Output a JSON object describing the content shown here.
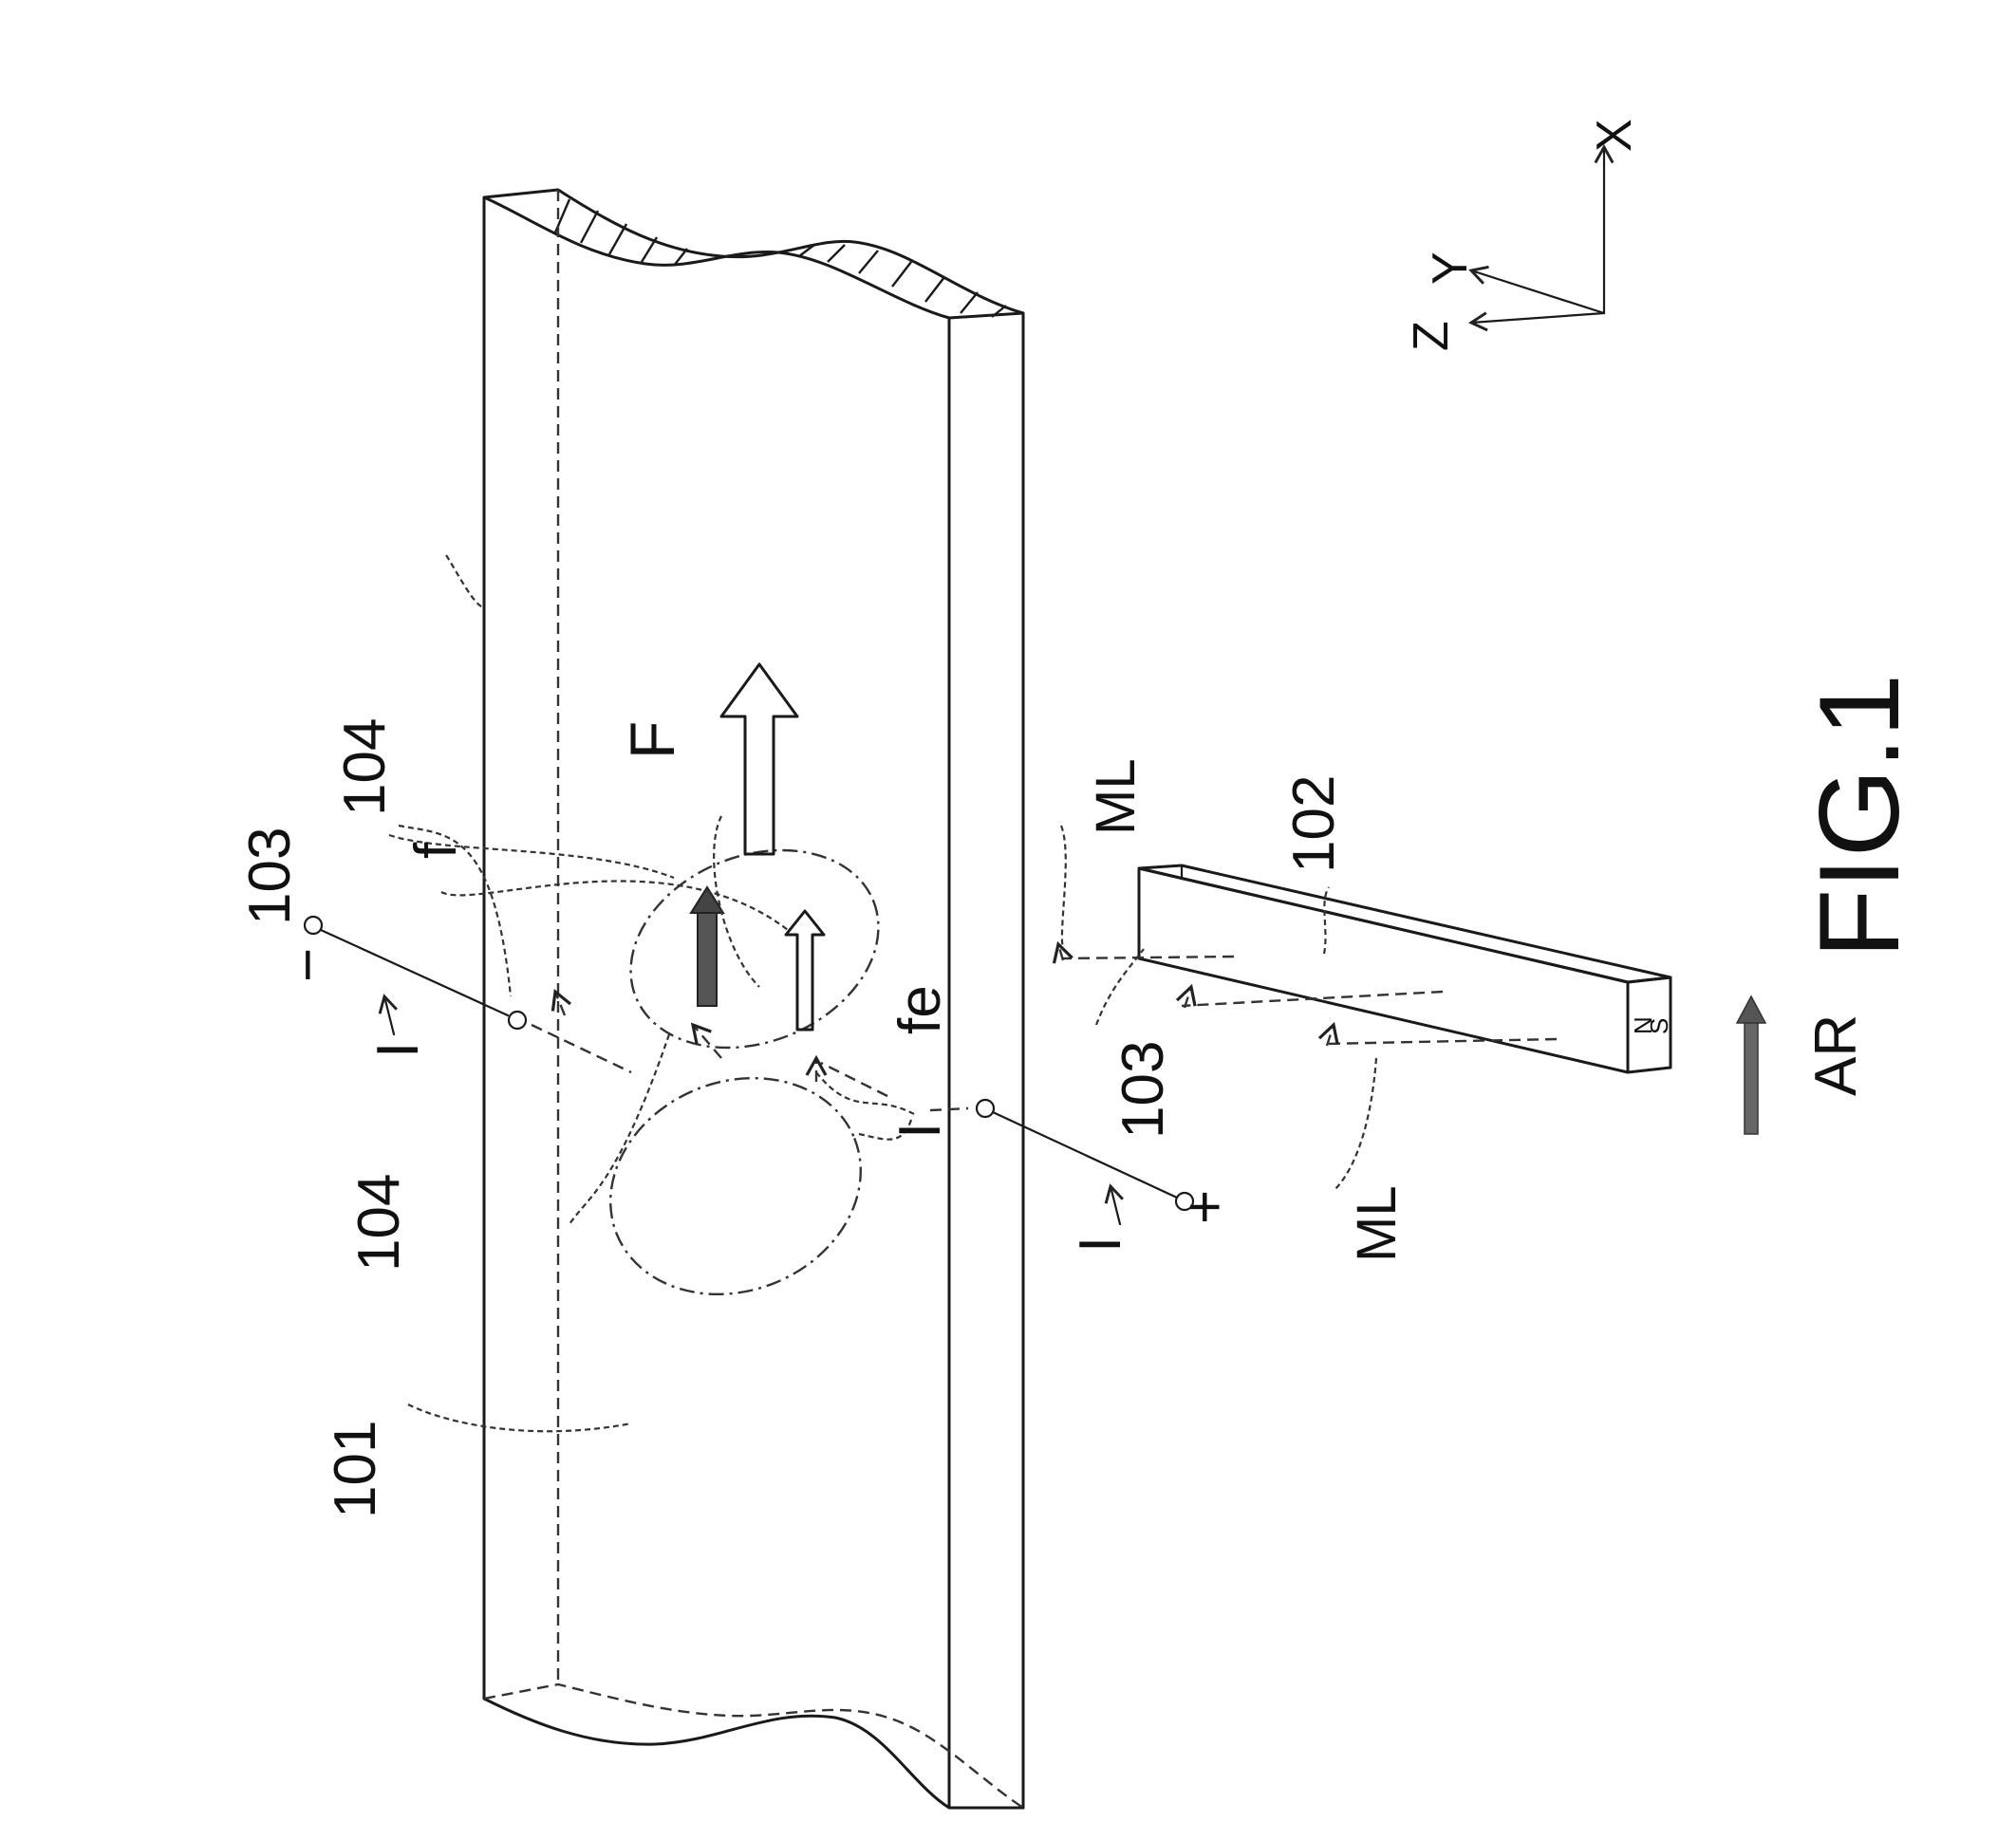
{
  "figure": {
    "caption": "FIG.1",
    "labels": {
      "channel": "101",
      "magnet": "102",
      "electrode_top": "103",
      "electrode_bottom": "103",
      "region_upper": "104",
      "region_lower": "104",
      "force_total": "F",
      "force_f": "f",
      "force_fe": "fe",
      "current_top": "I",
      "current_middle": "I",
      "current_bottom": "I",
      "minus": "−",
      "plus": "+",
      "field_line_upper": "ML",
      "field_line_lower": "ML",
      "pole_n": "N",
      "pole_s": "S",
      "arrow_ar": "AR"
    },
    "axes": {
      "x": "X",
      "y": "Y",
      "z": "Z"
    }
  }
}
